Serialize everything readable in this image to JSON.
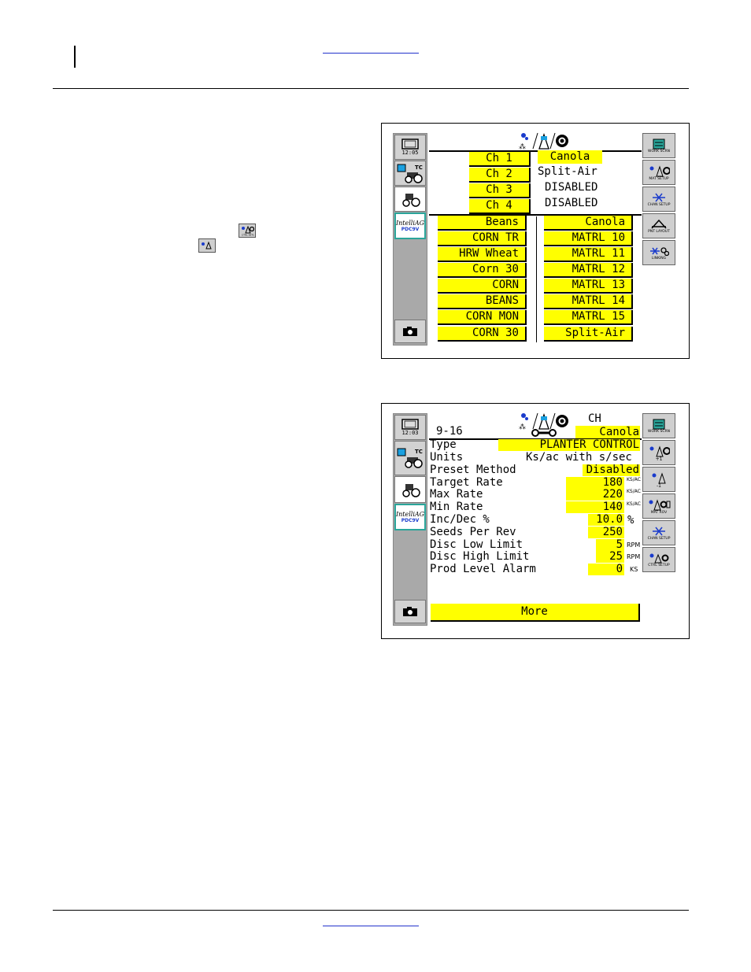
{
  "screen1": {
    "clock": "12:05",
    "logo_text": "IntelliAG",
    "logo_sub": "PDC9V",
    "channels": [
      {
        "label": "Ch 1",
        "value": "Canola"
      },
      {
        "label": "Ch 2",
        "value": "Split-Air"
      },
      {
        "label": "Ch 3",
        "value": "DISABLED"
      },
      {
        "label": "Ch 4",
        "value": "DISABLED"
      }
    ],
    "left_list": [
      "Beans",
      "CORN TR",
      "HRW Wheat",
      "Corn 30",
      "CORN",
      "BEANS",
      "CORN MON",
      "CORN 30"
    ],
    "right_list": [
      "Canola",
      "MATRL 10",
      "MATRL 11",
      "MATRL 12",
      "MATRL 13",
      "MATRL 14",
      "MATRL 15",
      "Split-Air"
    ],
    "right_buttons": [
      "WORK SCRN",
      "MAT SETUP",
      "CHAN SETUP",
      "PNT LAYOUT",
      "LINKING"
    ]
  },
  "screen2": {
    "clock": "12:03",
    "logo_text": "IntelliAG",
    "logo_sub": "PDC9V",
    "range": "9-16",
    "ch_label": "CH",
    "product": "Canola",
    "rows": [
      {
        "label": "Type",
        "value": "PLANTER CONTROL",
        "unit": ""
      },
      {
        "label": "Units",
        "value": "Ks/ac with s/sec",
        "unit": ""
      },
      {
        "label": "Preset Method",
        "value": "Disabled",
        "unit": ""
      },
      {
        "label": "Target Rate",
        "value": "180",
        "unit": "KS/AC"
      },
      {
        "label": "Max Rate",
        "value": "220",
        "unit": "KS/AC"
      },
      {
        "label": "Min Rate",
        "value": "140",
        "unit": "KS/AC"
      },
      {
        "label": "Inc/Dec %",
        "value": "10.0",
        "unit": "%"
      },
      {
        "label": "Seeds Per Rev",
        "value": "250",
        "unit": ""
      },
      {
        "label": "Disc Low Limit",
        "value": "5",
        "unit": "RPM"
      },
      {
        "label": "Disc High Limit",
        "value": "25",
        "unit": "RPM"
      },
      {
        "label": "Prod Level Alarm",
        "value": "0",
        "unit": "KS"
      }
    ],
    "more_label": "More",
    "right_buttons": [
      "WORK SCRN",
      "+1",
      "-1",
      "MAT ROV",
      "CHAN SETUP",
      "CTRL SETUP"
    ]
  },
  "icons": {
    "ctrl_setup_inline_label": "CTRL SETUP"
  }
}
